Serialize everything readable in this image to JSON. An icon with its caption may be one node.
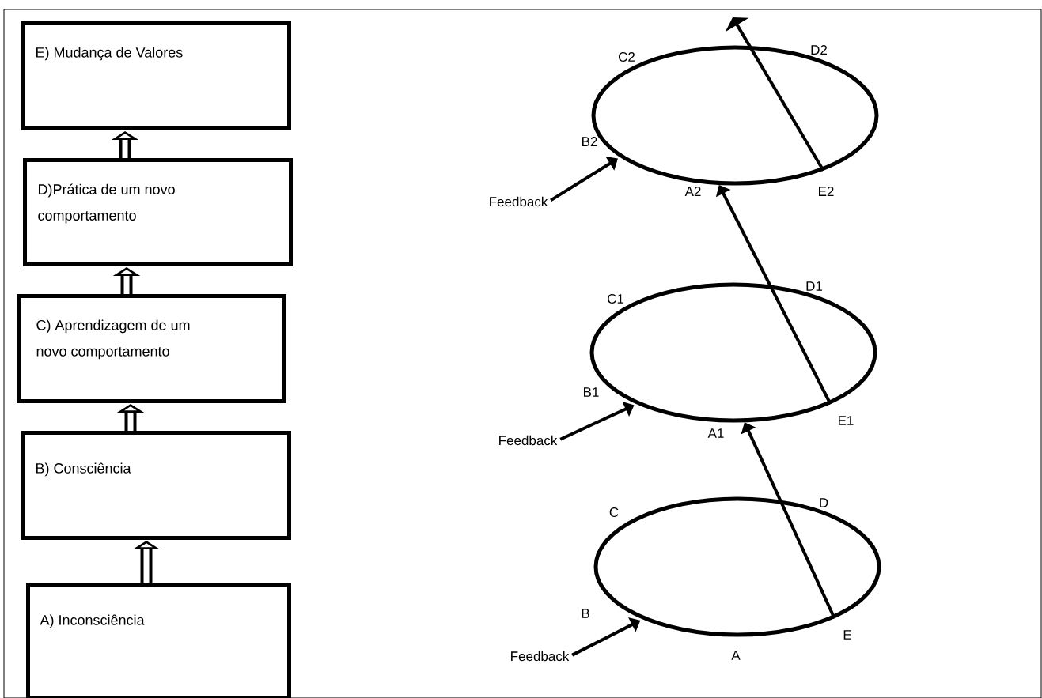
{
  "diagram": {
    "nodes": [
      {
        "text": [
          "E) Mudança de Valores"
        ]
      },
      {
        "text": [
          "D)Prática de um novo comportamento"
        ]
      },
      {
        "text": [
          "C) Aprendizagem de um novo comportamento"
        ]
      },
      {
        "text": [
          "B) Consciência"
        ]
      },
      {
        "text": [
          "A) Inconsciência"
        ]
      },
      {
        "text": [],
        "shape": "ellipse",
        "beside": [
          "D2",
          "C2",
          "B2",
          "A2",
          "E2"
        ]
      },
      {
        "text": [],
        "shape": "ellipse",
        "beside": [
          "D1",
          "C1",
          "B1",
          "E1",
          "A1"
        ]
      },
      {
        "text": [],
        "shape": "ellipse",
        "beside": [
          "D",
          "C",
          "B",
          "E",
          "A"
        ]
      },
      {
        "text": [
          "Feedback"
        ]
      },
      {
        "text": [
          "Feedback"
        ]
      },
      {
        "text": [
          "Feedback"
        ]
      }
    ],
    "edges": [
      {
        "from": 4,
        "to": 3,
        "arrow": "to",
        "style": "thick"
      },
      {
        "from": 3,
        "to": 2,
        "arrow": "to",
        "style": "thick"
      },
      {
        "from": 2,
        "to": 1,
        "arrow": "to",
        "style": "thick"
      },
      {
        "from": 1,
        "to": 0,
        "arrow": "to",
        "style": "thick"
      },
      {
        "from": 8,
        "to": 5,
        "arrow": "to"
      },
      {
        "from": 9,
        "to": 6,
        "arrow": "to"
      },
      {
        "from": 10,
        "to": 7,
        "arrow": "to"
      },
      {
        "from": 7,
        "to": 6,
        "arrow": "to"
      },
      {
        "from": 6,
        "to": 5,
        "arrow": "to"
      },
      {
        "from": 5,
        "to": null,
        "arrow": "to"
      }
    ]
  }
}
